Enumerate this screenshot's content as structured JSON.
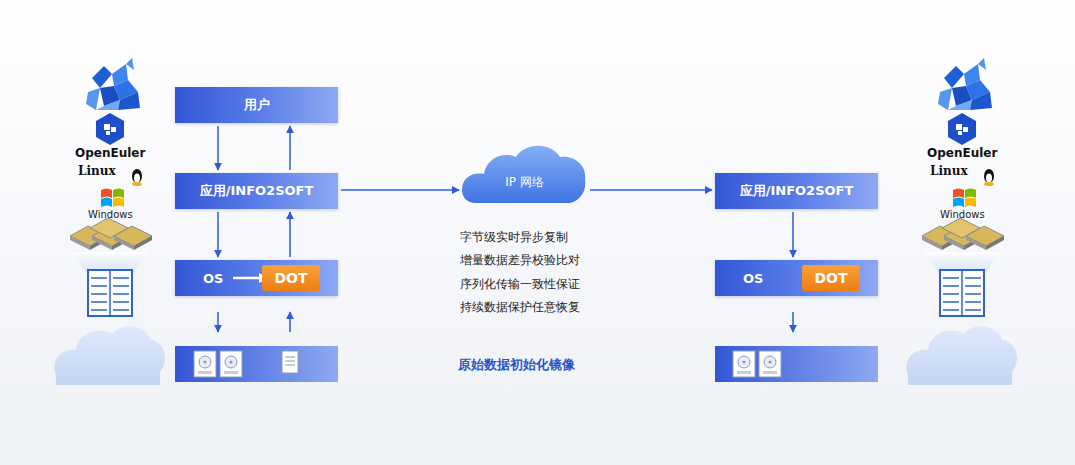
{
  "diagram": {
    "nodes": [
      {
        "text": [
          "用户"
        ]
      },
      {
        "text": [
          "应用/INFO2SOFT"
        ]
      },
      {
        "text": [
          "OS"
        ]
      },
      {
        "text": [
          "DOT"
        ],
        "in": 2
      },
      {
        "text": [
          "IP 网络"
        ]
      },
      {
        "text": [
          "应用/INFO2SOFT"
        ]
      },
      {
        "text": [
          "OS"
        ]
      },
      {
        "text": [
          "DOT"
        ],
        "in": 6
      }
    ],
    "edges": [
      {
        "from": 0,
        "to": 1,
        "arrow": "to"
      },
      {
        "from": 1,
        "to": 0,
        "arrow": "to"
      },
      {
        "from": 1,
        "to": 2,
        "arrow": "to"
      },
      {
        "from": 2,
        "to": 1,
        "arrow": "to"
      },
      {
        "from": 1,
        "to": 4,
        "arrow": "to"
      },
      {
        "from": 4,
        "to": 5,
        "arrow": "to"
      },
      {
        "from": 5,
        "to": 6,
        "arrow": "to"
      }
    ],
    "labels": [
      "字节级实时异步复制",
      "增量数据差异校验比对",
      "序列化传输一致性保证",
      "持续数据保护任意恢复",
      "原始数据初始化镜像",
      "OpenEuler",
      "Linux",
      "Windows",
      "OpenEuler",
      "Linux",
      "Windows"
    ]
  }
}
